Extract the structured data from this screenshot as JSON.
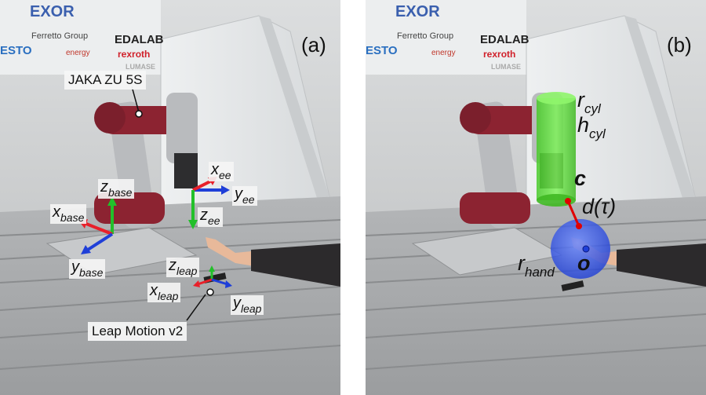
{
  "panel_a": {
    "tag": "(a)",
    "robot_label": "JAKA ZU 5S",
    "sensor_label": "Leap Motion v2",
    "frames": {
      "x_base": {
        "main": "x",
        "sub": "base"
      },
      "y_base": {
        "main": "y",
        "sub": "base"
      },
      "z_base": {
        "main": "z",
        "sub": "base"
      },
      "x_ee": {
        "main": "x",
        "sub": "ee"
      },
      "y_ee": {
        "main": "y",
        "sub": "ee"
      },
      "z_ee": {
        "main": "z",
        "sub": "ee"
      },
      "x_leap": {
        "main": "x",
        "sub": "leap"
      },
      "y_leap": {
        "main": "y",
        "sub": "leap"
      },
      "z_leap": {
        "main": "z",
        "sub": "leap"
      }
    }
  },
  "panel_b": {
    "tag": "(b)",
    "params": {
      "r_cyl": {
        "main": "r",
        "sub": "cyl"
      },
      "h_cyl": {
        "main": "h",
        "sub": "cyl"
      },
      "c": "c",
      "d_tau": "d(τ)",
      "r_hand": {
        "main": "r",
        "sub": "hand"
      },
      "o": "o"
    }
  },
  "wall_logos": [
    "EXOR",
    "Ferretto Group",
    "EDALAB",
    "rexroth",
    "ESTO",
    "energy",
    "LUMASE"
  ],
  "colors": {
    "axis_x": "#e8202a",
    "axis_y": "#1f3fd8",
    "axis_z": "#22c02a",
    "cylinder": "#5be03a",
    "sphere": "#2a4df0",
    "distance_line": "#e00000",
    "robot_red": "#8c2331",
    "robot_grey": "#b9bbbe"
  }
}
